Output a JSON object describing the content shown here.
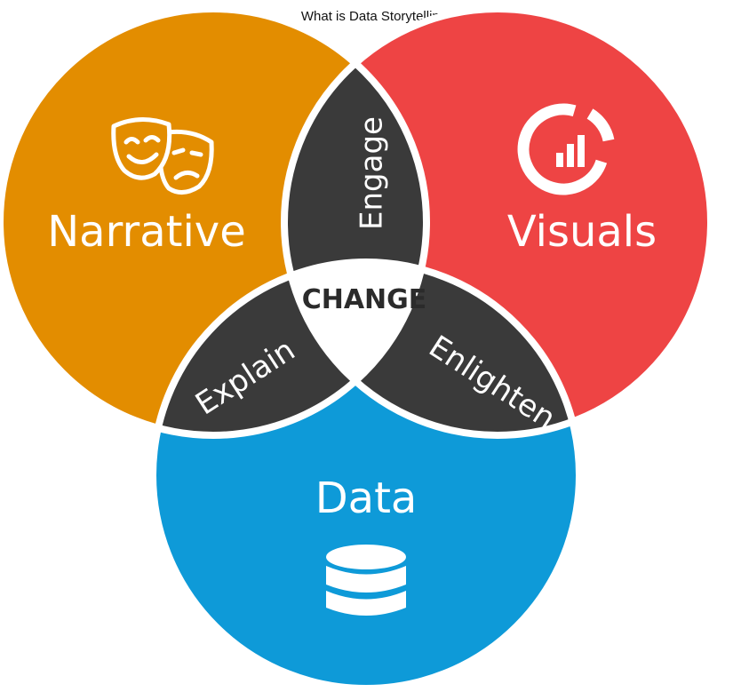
{
  "title": "What is Data Storytelling",
  "circles": {
    "narrative": {
      "label": "Narrative",
      "color": "#e38d00",
      "icon": "theater-masks-icon"
    },
    "visuals": {
      "label": "Visuals",
      "color": "#ee4444",
      "icon": "chart-ring-icon"
    },
    "data": {
      "label": "Data",
      "color": "#0e9ad8",
      "icon": "database-icon"
    }
  },
  "overlaps": {
    "narrative_visuals": "Engage",
    "narrative_data": "Explain",
    "visuals_data": "Enlighten",
    "center": "CHANGE",
    "color": "#3a3a3a"
  }
}
